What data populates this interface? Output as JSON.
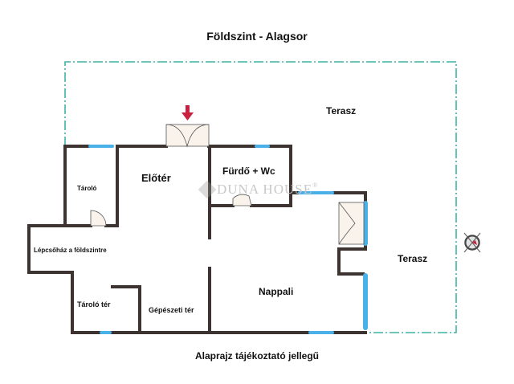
{
  "header": {
    "title": "Földszint - Alagsor"
  },
  "footer": {
    "note": "Alaprajz tájékoztató jellegű"
  },
  "watermark": {
    "text": "DUNA HOUSE",
    "mark": "®"
  },
  "rooms": {
    "terasz_top": "Terasz",
    "terasz_right": "Terasz",
    "tarolo": "Tároló",
    "eloter": "Előtér",
    "furdo": "Fürdő + Wc",
    "lepcsohaz": "Lépcsőház a földszintre",
    "tarolo_ter": "Tároló tér",
    "gepeszeti": "Gépészeti tér",
    "nappali": "Nappali"
  },
  "colors": {
    "wall": "#3d3431",
    "window": "#49b0e8",
    "terrace_outline": "#3fb3a4",
    "door_fill": "#faf3ec",
    "entrance_arrow": "#c8203f",
    "compass_fill": "#e3e3e3"
  },
  "icons": {
    "entrance": "entrance-arrow-icon",
    "compass": "compass-icon"
  }
}
